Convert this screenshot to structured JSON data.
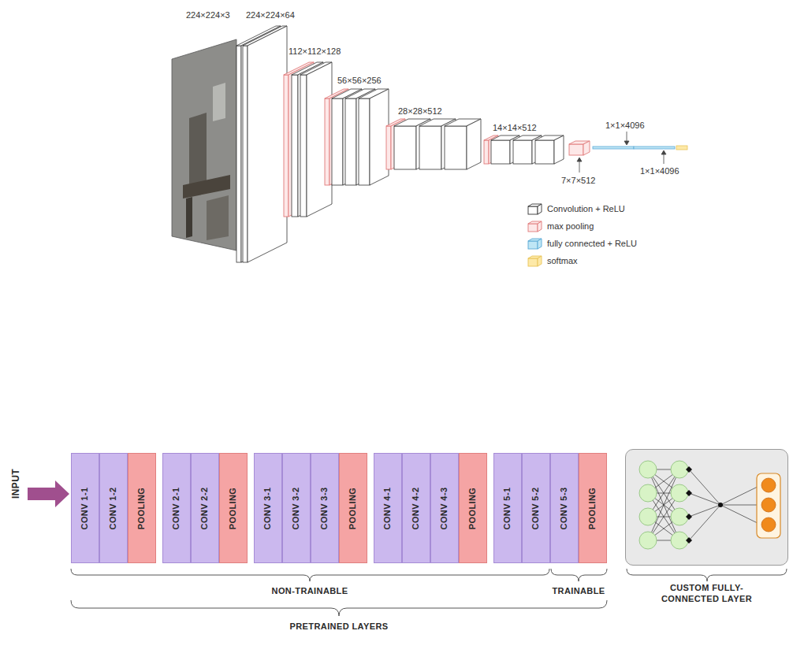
{
  "diagram": {
    "nodes": [
      {
        "text": [
          "CONV 1-1"
        ]
      },
      {
        "text": [
          "CONV 1-2"
        ]
      },
      {
        "text": [
          "POOLING"
        ]
      },
      {
        "text": [
          "CONV 2-1"
        ]
      },
      {
        "text": [
          "CONV 2-2"
        ]
      },
      {
        "text": [
          "POOLING"
        ]
      },
      {
        "text": [
          "CONV 3-1"
        ]
      },
      {
        "text": [
          "CONV 3-2"
        ]
      },
      {
        "text": [
          "CONV 3-3"
        ]
      },
      {
        "text": [
          "POOLING"
        ]
      },
      {
        "text": [
          "CONV 4-1"
        ]
      },
      {
        "text": [
          "CONV 4-2"
        ]
      },
      {
        "text": [
          "CONV 4-3"
        ]
      },
      {
        "text": [
          "POOLING"
        ]
      },
      {
        "text": [
          "CONV 5-1"
        ]
      },
      {
        "text": [
          "CONV 5-2"
        ]
      },
      {
        "text": [
          "CONV 5-3"
        ]
      },
      {
        "text": [
          "POOLING"
        ]
      },
      {
        "text": [
          "CUSTOM FULLY-CONNECTED LAYER"
        ]
      }
    ],
    "labels": [
      "224×224×3",
      "224×224×64",
      "112×112×128",
      "56×56×256",
      "28×28×512",
      "14×14×512",
      "1×1×4096",
      "7×7×512",
      "1×1×4096",
      "INPUT",
      "NON-TRAINABLE",
      "TRAINABLE",
      "PRETRAINED LAYERS"
    ],
    "legend": [
      {
        "text": "Convolution + ReLU"
      },
      {
        "text": "max pooling"
      },
      {
        "text": "fully connected + ReLU"
      },
      {
        "text": "softmax"
      }
    ]
  }
}
